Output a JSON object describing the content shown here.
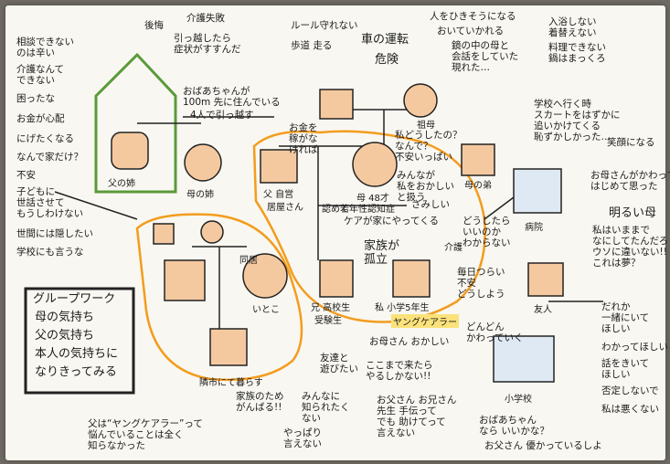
{
  "left_notes": [
    "相談できない\nのは辛い",
    "介護なんて\nできない",
    "困ったな",
    "お金が心配",
    "にげたくなる",
    "なんで家だけ？",
    "不安",
    "子どもに\n世話させて\nもうしわけない",
    "世間には隠したい",
    "学校にも言うな"
  ],
  "top_notes": {
    "uuukai": "後悔",
    "failure": "介護失敗",
    "moving": "引っ越したら\n症状がすすんだ",
    "rules": "ルール守れない",
    "pedestrian": "歩道 走る",
    "driving": "車の運転",
    "danger": "危険",
    "tonnoyono": "人をひきそうになる",
    "old_face": "おいていかれる",
    "mirror": "鏡の中の母と\n会話をしていた\n現れた…",
    "bath": "入浴しない\n着替えない",
    "cook": "料理できない\n鍋はまっくろ"
  },
  "center_notes": {
    "grandma_nearby": "おばあちゃんが\n100m 先に住んでいる",
    "moving4": "4人で引っ越す",
    "school_skirt": "学校へ行く時\nスカートをはずかに\n追いかけてくる\n恥ずかしかった…",
    "grandma": "祖母",
    "mother_worried": "私どうしたの？\nなんで？\n不安いっぱい",
    "everyone": "みんなが\n私をおかしい\nと扱う",
    "lonely": "さみしい",
    "how": "どうしたら\nいいのか\nわからない",
    "smile": "笑顔になる",
    "changed": "お母さんがかわって\nはじめて思った",
    "bright": "明るい母",
    "unbelievable": "私はいままで\nなにしてたんだろ\nウソに違いない!!\nこれは夢？",
    "family_isolated": "家族が\n孤立",
    "care_home": "ケアが家にやってくる",
    "kaigo": "介護",
    "everyday": "毎日つらい\n不安\nどうしよう",
    "kowai": "お母さん おかしい",
    "dondon": "どんどん\nかわっていく",
    "want_play": "友達と\n遊びたい",
    "must_do": "ここまで来たら\nやるしかない!!",
    "father_family": "家族のため\nがんばる!!",
    "dont_tell": "みんなに\n知られたく\nない",
    "iyo": "やっぱり\n言えない",
    "helpme": "お父さん お兄さん\n先生 手伝って\nでも 助けてって\n言えない",
    "grandma_ok": "おばあちゃん\nなら いいかな？",
    "mother_sick": "お父さん 優かっているしよ",
    "father_note": "父は“ヤングケアラー”って\n悩んでいることは全く\n知らなかった",
    "side_right": [
      "だれか\n一緒にいて\nほしい",
      "わかってほしい",
      "話をきいて\nほしい",
      "否定しないで",
      "私は悪くない"
    ]
  },
  "people": {
    "father_sister": "父の姉",
    "mother_sister": "母の姉",
    "father": "父 自営",
    "father_sub": "居屋さん",
    "father_busy": "お金を\n稼がな\nければ",
    "mother": "母 48才",
    "mother_sub": "若年性認知症",
    "mother_reviews": "認めて",
    "uncle": "母の弟",
    "brother": "兄 高校生",
    "brother_sub": "受験生",
    "me": "私 小学5年生",
    "young_carer": "ヤングケアラー",
    "friend": "友人",
    "school": "小学校",
    "hospital": "病院",
    "cousins": "同居",
    "cousin_f": "いとこ",
    "neighbor": "隣市にて暮らす"
  },
  "group_work": [
    "グループワーク",
    "母の気持ち",
    "父の気持ち",
    "本人の気持ちに",
    "なりきってみる"
  ]
}
